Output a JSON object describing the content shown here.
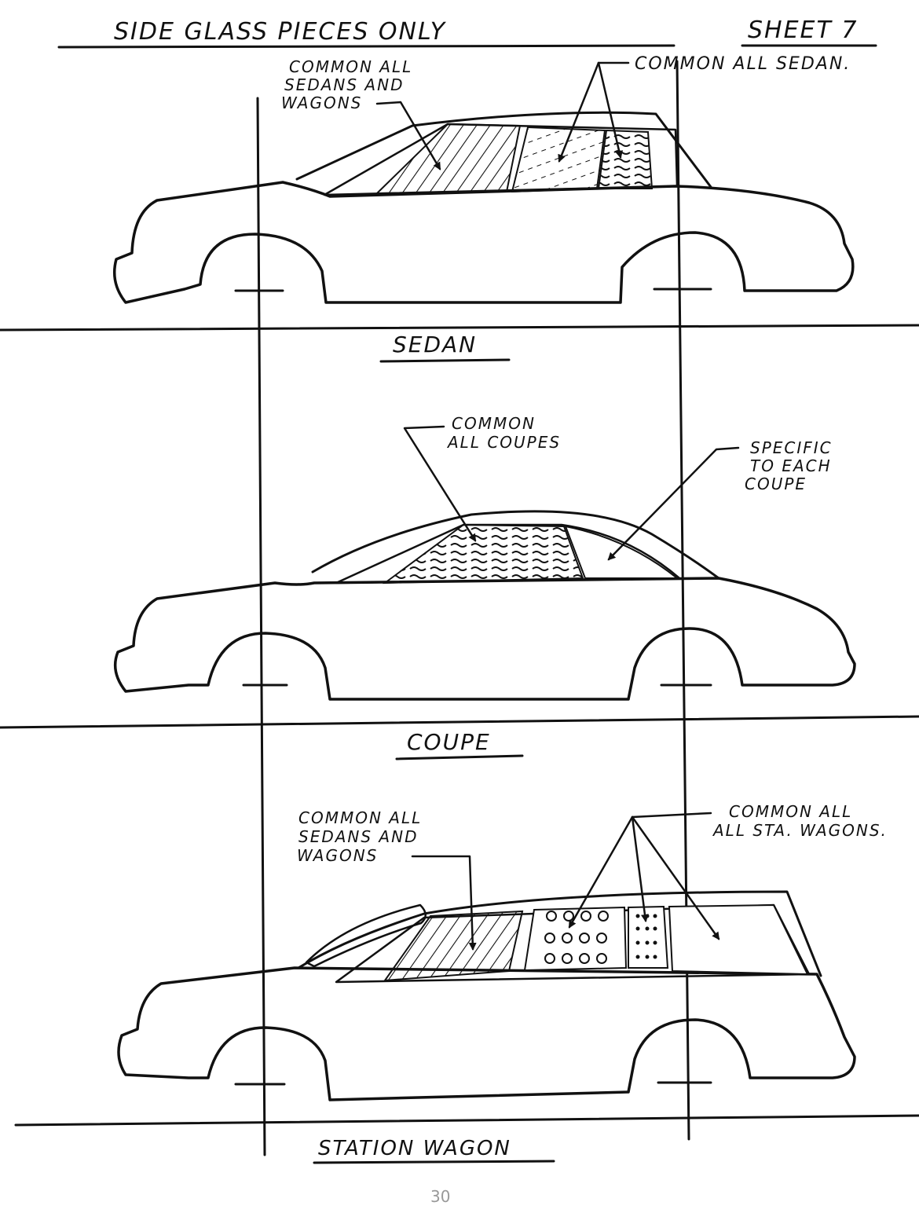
{
  "sheet": {
    "title": "SIDE GLASS PIECES ONLY",
    "sheet_label": "SHEET 7",
    "page_number": "30"
  },
  "sedan": {
    "caption": "SEDAN",
    "callout_left": [
      "COMMON ALL",
      "SEDANS AND",
      "WAGONS"
    ],
    "callout_right": "COMMON ALL SEDAN."
  },
  "coupe": {
    "caption": "COUPE",
    "callout_left": [
      "COMMON",
      "ALL COUPES"
    ],
    "callout_right": [
      "SPECIFIC",
      "TO EACH",
      "COUPE"
    ]
  },
  "wagon": {
    "caption": "STATION WAGON",
    "callout_left": [
      "COMMON ALL",
      "SEDANS AND",
      "WAGONS"
    ],
    "callout_right": [
      "COMMON ALL",
      "ALL STA. WAGONS."
    ]
  }
}
